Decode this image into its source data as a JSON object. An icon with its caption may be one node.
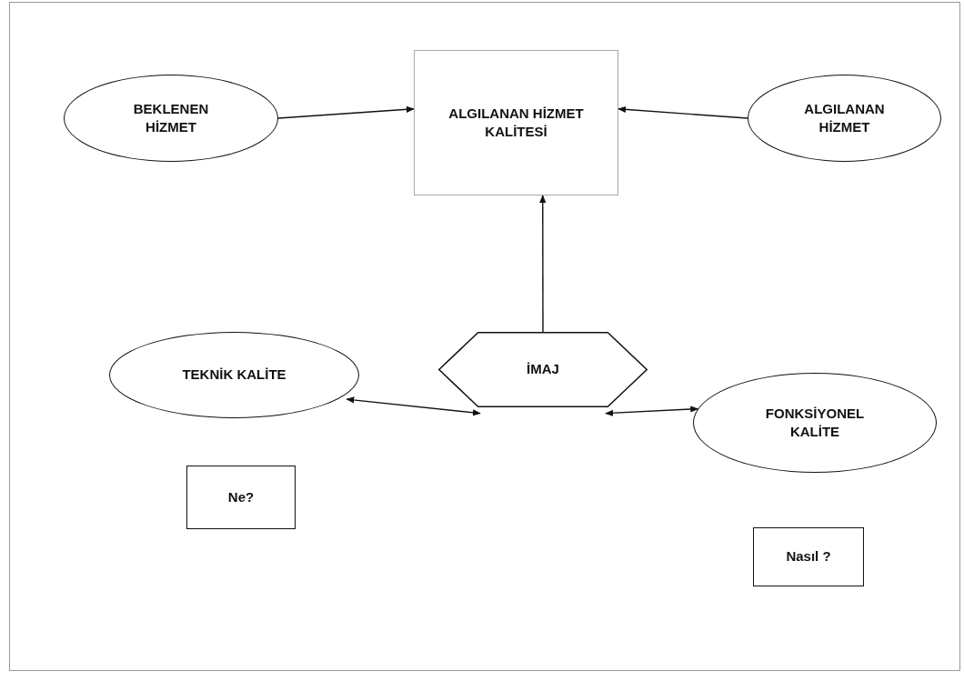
{
  "diagram": {
    "nodes": [
      {
        "text": [
          "BEKLENEN HİZMET"
        ]
      },
      {
        "text": [
          "ALGILANAN HİZMET KALİTESİ"
        ]
      },
      {
        "text": [
          "ALGILANAN HİZMET"
        ]
      },
      {
        "text": [
          "İMAJ"
        ]
      },
      {
        "text": [
          "TEKNİK KALİTE"
        ]
      },
      {
        "text": [
          "FONKSİYONEL KALİTE"
        ]
      },
      {
        "text": [
          "Ne?"
        ]
      },
      {
        "text": [
          "Nasıl ?"
        ]
      }
    ],
    "edges": [
      {
        "from": 0,
        "to": 1,
        "arrow": "to"
      },
      {
        "from": 2,
        "to": 1,
        "arrow": "to"
      },
      {
        "from": 3,
        "to": 1,
        "arrow": "to"
      },
      {
        "from": 4,
        "to": 3,
        "arrow": "both"
      },
      {
        "from": 5,
        "to": 3,
        "arrow": "both"
      }
    ]
  }
}
